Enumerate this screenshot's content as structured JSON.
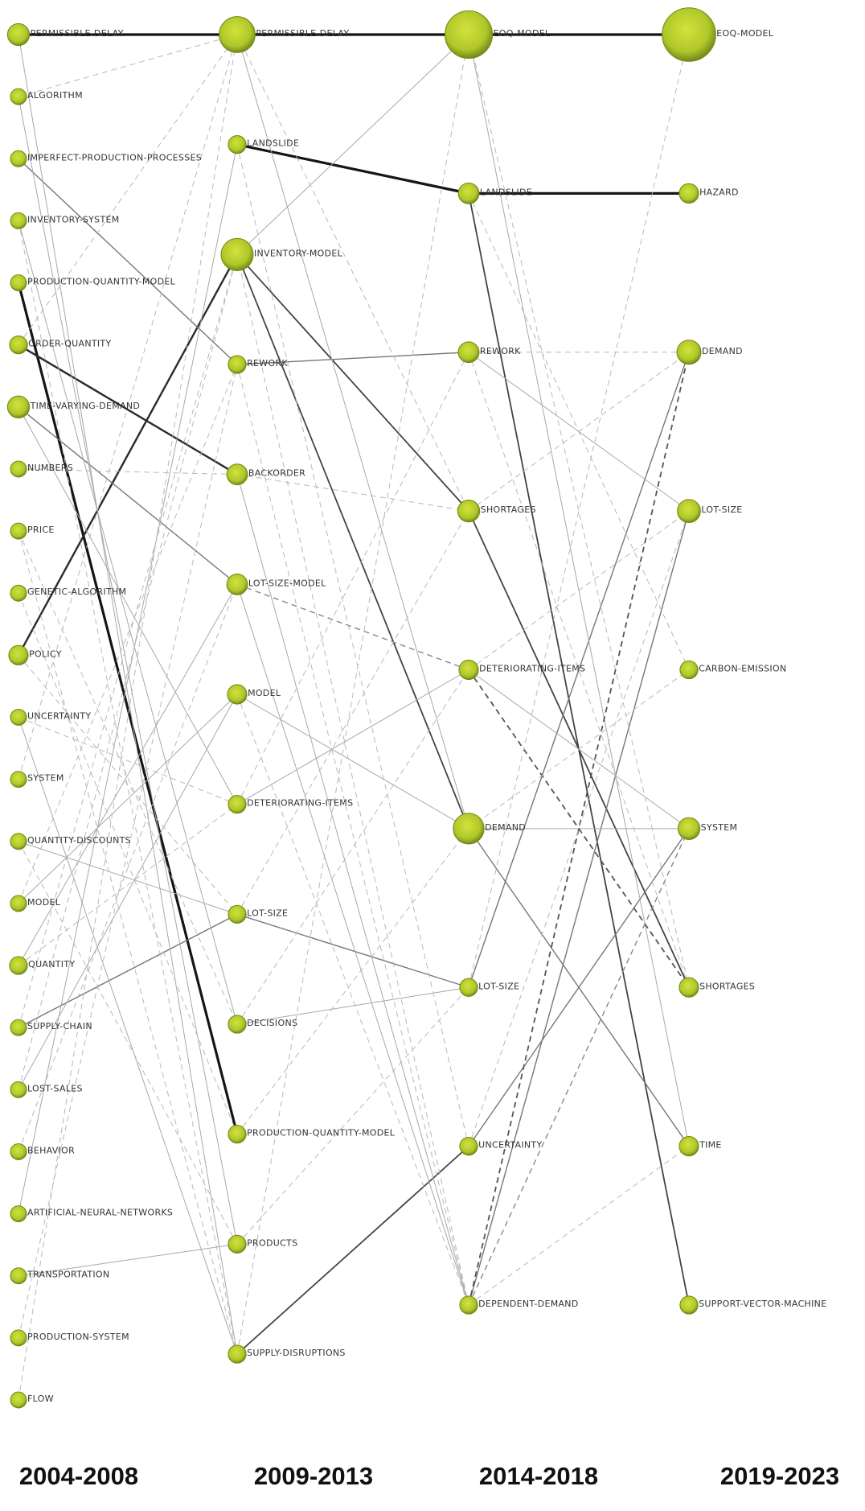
{
  "periods": [
    {
      "label": "2004-2008",
      "nodes": [
        {
          "label": "PERMISSIBLE-DELAY",
          "size": 3
        },
        {
          "label": "ALGORITHM",
          "size": 1
        },
        {
          "label": "IMPERFECT-PRODUCTION-PROCESSES",
          "size": 1
        },
        {
          "label": "INVENTORY-SYSTEM",
          "size": 1
        },
        {
          "label": "PRODUCTION-QUANTITY-MODEL",
          "size": 1
        },
        {
          "label": "ORDER-QUANTITY",
          "size": 1.5
        },
        {
          "label": "TIME-VARYING-DEMAND",
          "size": 3
        },
        {
          "label": "NUMBERS",
          "size": 1
        },
        {
          "label": "PRICE",
          "size": 1
        },
        {
          "label": "GENETIC-ALGORITHM",
          "size": 1
        },
        {
          "label": "POLICY",
          "size": 2
        },
        {
          "label": "UNCERTAINTY",
          "size": 1
        },
        {
          "label": "SYSTEM",
          "size": 1
        },
        {
          "label": "QUANTITY-DISCOUNTS",
          "size": 1
        },
        {
          "label": "MODEL",
          "size": 1
        },
        {
          "label": "QUANTITY",
          "size": 1.5
        },
        {
          "label": "SUPPLY-CHAIN",
          "size": 1
        },
        {
          "label": "LOST-SALES",
          "size": 1
        },
        {
          "label": "BEHAVIOR",
          "size": 1
        },
        {
          "label": "ARTIFICIAL-NEURAL-NETWORKS",
          "size": 1
        },
        {
          "label": "TRANSPORTATION",
          "size": 1
        },
        {
          "label": "PRODUCTION-SYSTEM",
          "size": 1
        },
        {
          "label": "FLOW",
          "size": 1
        }
      ]
    },
    {
      "label": "2009-2013",
      "nodes": [
        {
          "label": "PERMISSIBLE-DELAY",
          "size": 12
        },
        {
          "label": "LANDSLIDE",
          "size": 1.5
        },
        {
          "label": "INVENTORY-MODEL",
          "size": 9
        },
        {
          "label": "REWORK",
          "size": 1.5
        },
        {
          "label": "BACKORDER",
          "size": 2.5
        },
        {
          "label": "LOT-SIZE-MODEL",
          "size": 2.5
        },
        {
          "label": "MODEL",
          "size": 2
        },
        {
          "label": "DETERIORATING-ITEMS",
          "size": 1.5
        },
        {
          "label": "LOT-SIZE",
          "size": 1.5
        },
        {
          "label": "DECISIONS",
          "size": 1.5
        },
        {
          "label": "PRODUCTION-QUANTITY-MODEL",
          "size": 1.5
        },
        {
          "label": "PRODUCTS",
          "size": 1.5
        },
        {
          "label": "SUPPLY-DISRUPTIONS",
          "size": 1.5
        }
      ]
    },
    {
      "label": "2014-2018",
      "nodes": [
        {
          "label": "EOQ-MODEL",
          "size": 24
        },
        {
          "label": "LANDSLIDE",
          "size": 2.5
        },
        {
          "label": "REWORK",
          "size": 2.5
        },
        {
          "label": "SHORTAGES",
          "size": 3
        },
        {
          "label": "DETERIORATING-ITEMS",
          "size": 2
        },
        {
          "label": "DEMAND",
          "size": 8
        },
        {
          "label": "LOT-SIZE",
          "size": 1.5
        },
        {
          "label": "UNCERTAINTY",
          "size": 1.5
        },
        {
          "label": "DEPENDENT-DEMAND",
          "size": 1.5
        }
      ]
    },
    {
      "label": "2019-2023",
      "nodes": [
        {
          "label": "EOQ-MODEL",
          "size": 32
        },
        {
          "label": "HAZARD",
          "size": 2
        },
        {
          "label": "DEMAND",
          "size": 4
        },
        {
          "label": "LOT-SIZE",
          "size": 3.5
        },
        {
          "label": "CARBON-EMISSION",
          "size": 1.5
        },
        {
          "label": "SYSTEM",
          "size": 3
        },
        {
          "label": "SHORTAGES",
          "size": 2
        },
        {
          "label": "TIME",
          "size": 2
        },
        {
          "label": "SUPPORT-VECTOR-MACHINE",
          "size": 1.5
        }
      ]
    }
  ],
  "edges": [
    {
      "from": [
        0,
        0
      ],
      "to": [
        1,
        0
      ],
      "type": "solid",
      "weight": 3
    },
    {
      "from": [
        1,
        0
      ],
      "to": [
        2,
        0
      ],
      "type": "solid",
      "weight": 3
    },
    {
      "from": [
        2,
        0
      ],
      "to": [
        3,
        0
      ],
      "type": "solid",
      "weight": 3
    },
    {
      "from": [
        1,
        1
      ],
      "to": [
        2,
        1
      ],
      "type": "solid",
      "weight": 3
    },
    {
      "from": [
        2,
        1
      ],
      "to": [
        3,
        1
      ],
      "type": "solid",
      "weight": 3
    },
    {
      "from": [
        0,
        4
      ],
      "to": [
        1,
        10
      ],
      "type": "solid",
      "weight": 3
    },
    {
      "from": [
        0,
        5
      ],
      "to": [
        1,
        4
      ],
      "type": "solid",
      "weight": 2.5
    },
    {
      "from": [
        0,
        10
      ],
      "to": [
        1,
        2
      ],
      "type": "solid",
      "weight": 2.5
    },
    {
      "from": [
        1,
        2
      ],
      "to": [
        2,
        5
      ],
      "type": "solid",
      "weight": 2
    },
    {
      "from": [
        1,
        2
      ],
      "to": [
        2,
        3
      ],
      "type": "solid",
      "weight": 2
    },
    {
      "from": [
        2,
        1
      ],
      "to": [
        3,
        8
      ],
      "type": "solid",
      "weight": 2
    },
    {
      "from": [
        2,
        3
      ],
      "to": [
        3,
        6
      ],
      "type": "solid",
      "weight": 2
    },
    {
      "from": [
        1,
        3
      ],
      "to": [
        2,
        2
      ],
      "type": "solid",
      "weight": 1.5
    },
    {
      "from": [
        0,
        2
      ],
      "to": [
        1,
        3
      ],
      "type": "solid",
      "weight": 1.5
    },
    {
      "from": [
        0,
        6
      ],
      "to": [
        1,
        5
      ],
      "type": "solid",
      "weight": 1.5
    },
    {
      "from": [
        2,
        5
      ],
      "to": [
        3,
        7
      ],
      "type": "solid",
      "weight": 1.5
    },
    {
      "from": [
        1,
        8
      ],
      "to": [
        2,
        6
      ],
      "type": "solid",
      "weight": 1.5
    },
    {
      "from": [
        1,
        7
      ],
      "to": [
        2,
        4
      ],
      "type": "solid",
      "weight": 1
    },
    {
      "from": [
        0,
        16
      ],
      "to": [
        1,
        8
      ],
      "type": "solid",
      "weight": 1.5
    },
    {
      "from": [
        1,
        12
      ],
      "to": [
        2,
        7
      ],
      "type": "solid",
      "weight": 2
    },
    {
      "from": [
        2,
        7
      ],
      "to": [
        3,
        5
      ],
      "type": "solid",
      "weight": 1.5
    },
    {
      "from": [
        2,
        6
      ],
      "to": [
        3,
        2
      ],
      "type": "solid",
      "weight": 1.5
    },
    {
      "from": [
        2,
        8
      ],
      "to": [
        3,
        3
      ],
      "type": "solid",
      "weight": 1.5
    },
    {
      "from": [
        2,
        2
      ],
      "to": [
        3,
        3
      ],
      "type": "solid",
      "weight": 1
    },
    {
      "from": [
        2,
        5
      ],
      "to": [
        3,
        5
      ],
      "type": "solid",
      "weight": 1
    },
    {
      "from": [
        2,
        4
      ],
      "to": [
        3,
        5
      ],
      "type": "solid",
      "weight": 1
    },
    {
      "from": [
        0,
        20
      ],
      "to": [
        1,
        11
      ],
      "type": "solid",
      "weight": 1
    },
    {
      "from": [
        0,
        13
      ],
      "to": [
        1,
        8
      ],
      "type": "solid",
      "weight": 1
    },
    {
      "from": [
        0,
        14
      ],
      "to": [
        1,
        6
      ],
      "type": "solid",
      "weight": 1
    },
    {
      "from": [
        1,
        9
      ],
      "to": [
        2,
        6
      ],
      "type": "solid",
      "weight": 1
    },
    {
      "from": [
        1,
        0
      ],
      "to": [
        2,
        5
      ],
      "type": "solid",
      "weight": 1
    },
    {
      "from": [
        1,
        2
      ],
      "to": [
        2,
        0
      ],
      "type": "solid",
      "weight": 1
    },
    {
      "from": [
        1,
        6
      ],
      "to": [
        2,
        5
      ],
      "type": "solid",
      "weight": 1
    },
    {
      "from": [
        0,
        6
      ],
      "to": [
        1,
        7
      ],
      "type": "solid",
      "weight": 1
    },
    {
      "from": [
        0,
        3
      ],
      "to": [
        1,
        9
      ],
      "type": "solid",
      "weight": 1
    },
    {
      "from": [
        0,
        0
      ],
      "to": [
        1,
        12
      ],
      "type": "solid",
      "weight": 1
    },
    {
      "from": [
        0,
        1
      ],
      "to": [
        1,
        11
      ],
      "type": "solid",
      "weight": 1
    },
    {
      "from": [
        0,
        15
      ],
      "to": [
        1,
        5
      ],
      "type": "solid",
      "weight": 1
    },
    {
      "from": [
        0,
        17
      ],
      "to": [
        1,
        6
      ],
      "type": "solid",
      "weight": 1
    },
    {
      "from": [
        0,
        19
      ],
      "to": [
        1,
        1
      ],
      "type": "solid",
      "weight": 1
    },
    {
      "from": [
        0,
        11
      ],
      "to": [
        1,
        12
      ],
      "type": "solid",
      "weight": 1
    },
    {
      "from": [
        1,
        5
      ],
      "to": [
        2,
        8
      ],
      "type": "solid",
      "weight": 1
    },
    {
      "from": [
        1,
        4
      ],
      "to": [
        2,
        8
      ],
      "type": "solid",
      "weight": 1
    },
    {
      "from": [
        2,
        0
      ],
      "to": [
        3,
        7
      ],
      "type": "solid",
      "weight": 1
    },
    {
      "from": [
        0,
        1
      ],
      "to": [
        1,
        0
      ],
      "type": "dashed",
      "weight": 1
    },
    {
      "from": [
        0,
        7
      ],
      "to": [
        1,
        4
      ],
      "type": "dashed",
      "weight": 1
    },
    {
      "from": [
        0,
        8
      ],
      "to": [
        1,
        9
      ],
      "type": "dashed",
      "weight": 1
    },
    {
      "from": [
        0,
        9
      ],
      "to": [
        1,
        10
      ],
      "type": "dashed",
      "weight": 1
    },
    {
      "from": [
        0,
        12
      ],
      "to": [
        1,
        0
      ],
      "type": "dashed",
      "weight": 1
    },
    {
      "from": [
        0,
        14
      ],
      "to": [
        1,
        3
      ],
      "type": "dashed",
      "weight": 1
    },
    {
      "from": [
        0,
        17
      ],
      "to": [
        1,
        2
      ],
      "type": "dashed",
      "weight": 1
    },
    {
      "from": [
        0,
        18
      ],
      "to": [
        1,
        5
      ],
      "type": "dashed",
      "weight": 1
    },
    {
      "from": [
        0,
        21
      ],
      "to": [
        1,
        3
      ],
      "type": "dashed",
      "weight": 1
    },
    {
      "from": [
        0,
        22
      ],
      "to": [
        1,
        0
      ],
      "type": "dashed",
      "weight": 1
    },
    {
      "from": [
        0,
        10
      ],
      "to": [
        1,
        8
      ],
      "type": "dashed",
      "weight": 1
    },
    {
      "from": [
        0,
        11
      ],
      "to": [
        1,
        7
      ],
      "type": "dashed",
      "weight": 1
    },
    {
      "from": [
        0,
        13
      ],
      "to": [
        1,
        11
      ],
      "type": "dashed",
      "weight": 1
    },
    {
      "from": [
        0,
        3
      ],
      "to": [
        1,
        12
      ],
      "type": "dashed",
      "weight": 1
    },
    {
      "from": [
        0,
        5
      ],
      "to": [
        1,
        0
      ],
      "type": "dashed",
      "weight": 1
    },
    {
      "from": [
        0,
        15
      ],
      "to": [
        1,
        7
      ],
      "type": "dashed",
      "weight": 1
    },
    {
      "from": [
        0,
        16
      ],
      "to": [
        1,
        2
      ],
      "type": "dashed",
      "weight": 1
    },
    {
      "from": [
        0,
        8
      ],
      "to": [
        1,
        12
      ],
      "type": "dashed",
      "weight": 1
    },
    {
      "from": [
        1,
        0
      ],
      "to": [
        2,
        3
      ],
      "type": "dashed",
      "weight": 1
    },
    {
      "from": [
        1,
        3
      ],
      "to": [
        2,
        8
      ],
      "type": "dashed",
      "weight": 1
    },
    {
      "from": [
        1,
        4
      ],
      "to": [
        2,
        3
      ],
      "type": "dashed",
      "weight": 1
    },
    {
      "from": [
        1,
        5
      ],
      "to": [
        2,
        4
      ],
      "type": "dashed",
      "weight": 1.5
    },
    {
      "from": [
        1,
        6
      ],
      "to": [
        2,
        8
      ],
      "type": "dashed",
      "weight": 1
    },
    {
      "from": [
        1,
        7
      ],
      "to": [
        2,
        2
      ],
      "type": "dashed",
      "weight": 1
    },
    {
      "from": [
        1,
        8
      ],
      "to": [
        2,
        3
      ],
      "type": "dashed",
      "weight": 1
    },
    {
      "from": [
        1,
        9
      ],
      "to": [
        2,
        4
      ],
      "type": "dashed",
      "weight": 1
    },
    {
      "from": [
        1,
        10
      ],
      "to": [
        2,
        5
      ],
      "type": "dashed",
      "weight": 1
    },
    {
      "from": [
        1,
        11
      ],
      "to": [
        2,
        6
      ],
      "type": "dashed",
      "weight": 1
    },
    {
      "from": [
        1,
        12
      ],
      "to": [
        2,
        0
      ],
      "type": "dashed",
      "weight": 1
    },
    {
      "from": [
        1,
        2
      ],
      "to": [
        2,
        8
      ],
      "type": "dashed",
      "weight": 1
    },
    {
      "from": [
        1,
        1
      ],
      "to": [
        2,
        7
      ],
      "type": "dashed",
      "weight": 1
    },
    {
      "from": [
        2,
        0
      ],
      "to": [
        3,
        6
      ],
      "type": "dashed",
      "weight": 1
    },
    {
      "from": [
        2,
        2
      ],
      "to": [
        3,
        2
      ],
      "type": "dashed",
      "weight": 1
    },
    {
      "from": [
        2,
        2
      ],
      "to": [
        3,
        6
      ],
      "type": "dashed",
      "weight": 1
    },
    {
      "from": [
        2,
        3
      ],
      "to": [
        3,
        2
      ],
      "type": "dashed",
      "weight": 1
    },
    {
      "from": [
        2,
        4
      ],
      "to": [
        3,
        6
      ],
      "type": "dashed",
      "weight": 2
    },
    {
      "from": [
        2,
        4
      ],
      "to": [
        3,
        3
      ],
      "type": "dashed",
      "weight": 1
    },
    {
      "from": [
        2,
        8
      ],
      "to": [
        3,
        2
      ],
      "type": "dashed",
      "weight": 2
    },
    {
      "from": [
        2,
        8
      ],
      "to": [
        3,
        5
      ],
      "type": "dashed",
      "weight": 1.5
    },
    {
      "from": [
        2,
        8
      ],
      "to": [
        3,
        7
      ],
      "type": "dashed",
      "weight": 1
    },
    {
      "from": [
        2,
        7
      ],
      "to": [
        3,
        3
      ],
      "type": "dashed",
      "weight": 1
    },
    {
      "from": [
        2,
        5
      ],
      "to": [
        3,
        4
      ],
      "type": "dashed",
      "weight": 1
    },
    {
      "from": [
        2,
        6
      ],
      "to": [
        3,
        0
      ],
      "type": "dashed",
      "weight": 1
    },
    {
      "from": [
        2,
        1
      ],
      "to": [
        3,
        4
      ],
      "type": "dashed",
      "weight": 1
    }
  ],
  "colors": {
    "node": "#b5cc2e",
    "node_dark": "#6f8a12",
    "edge_strong": "#111111",
    "edge_light": "#999999"
  }
}
